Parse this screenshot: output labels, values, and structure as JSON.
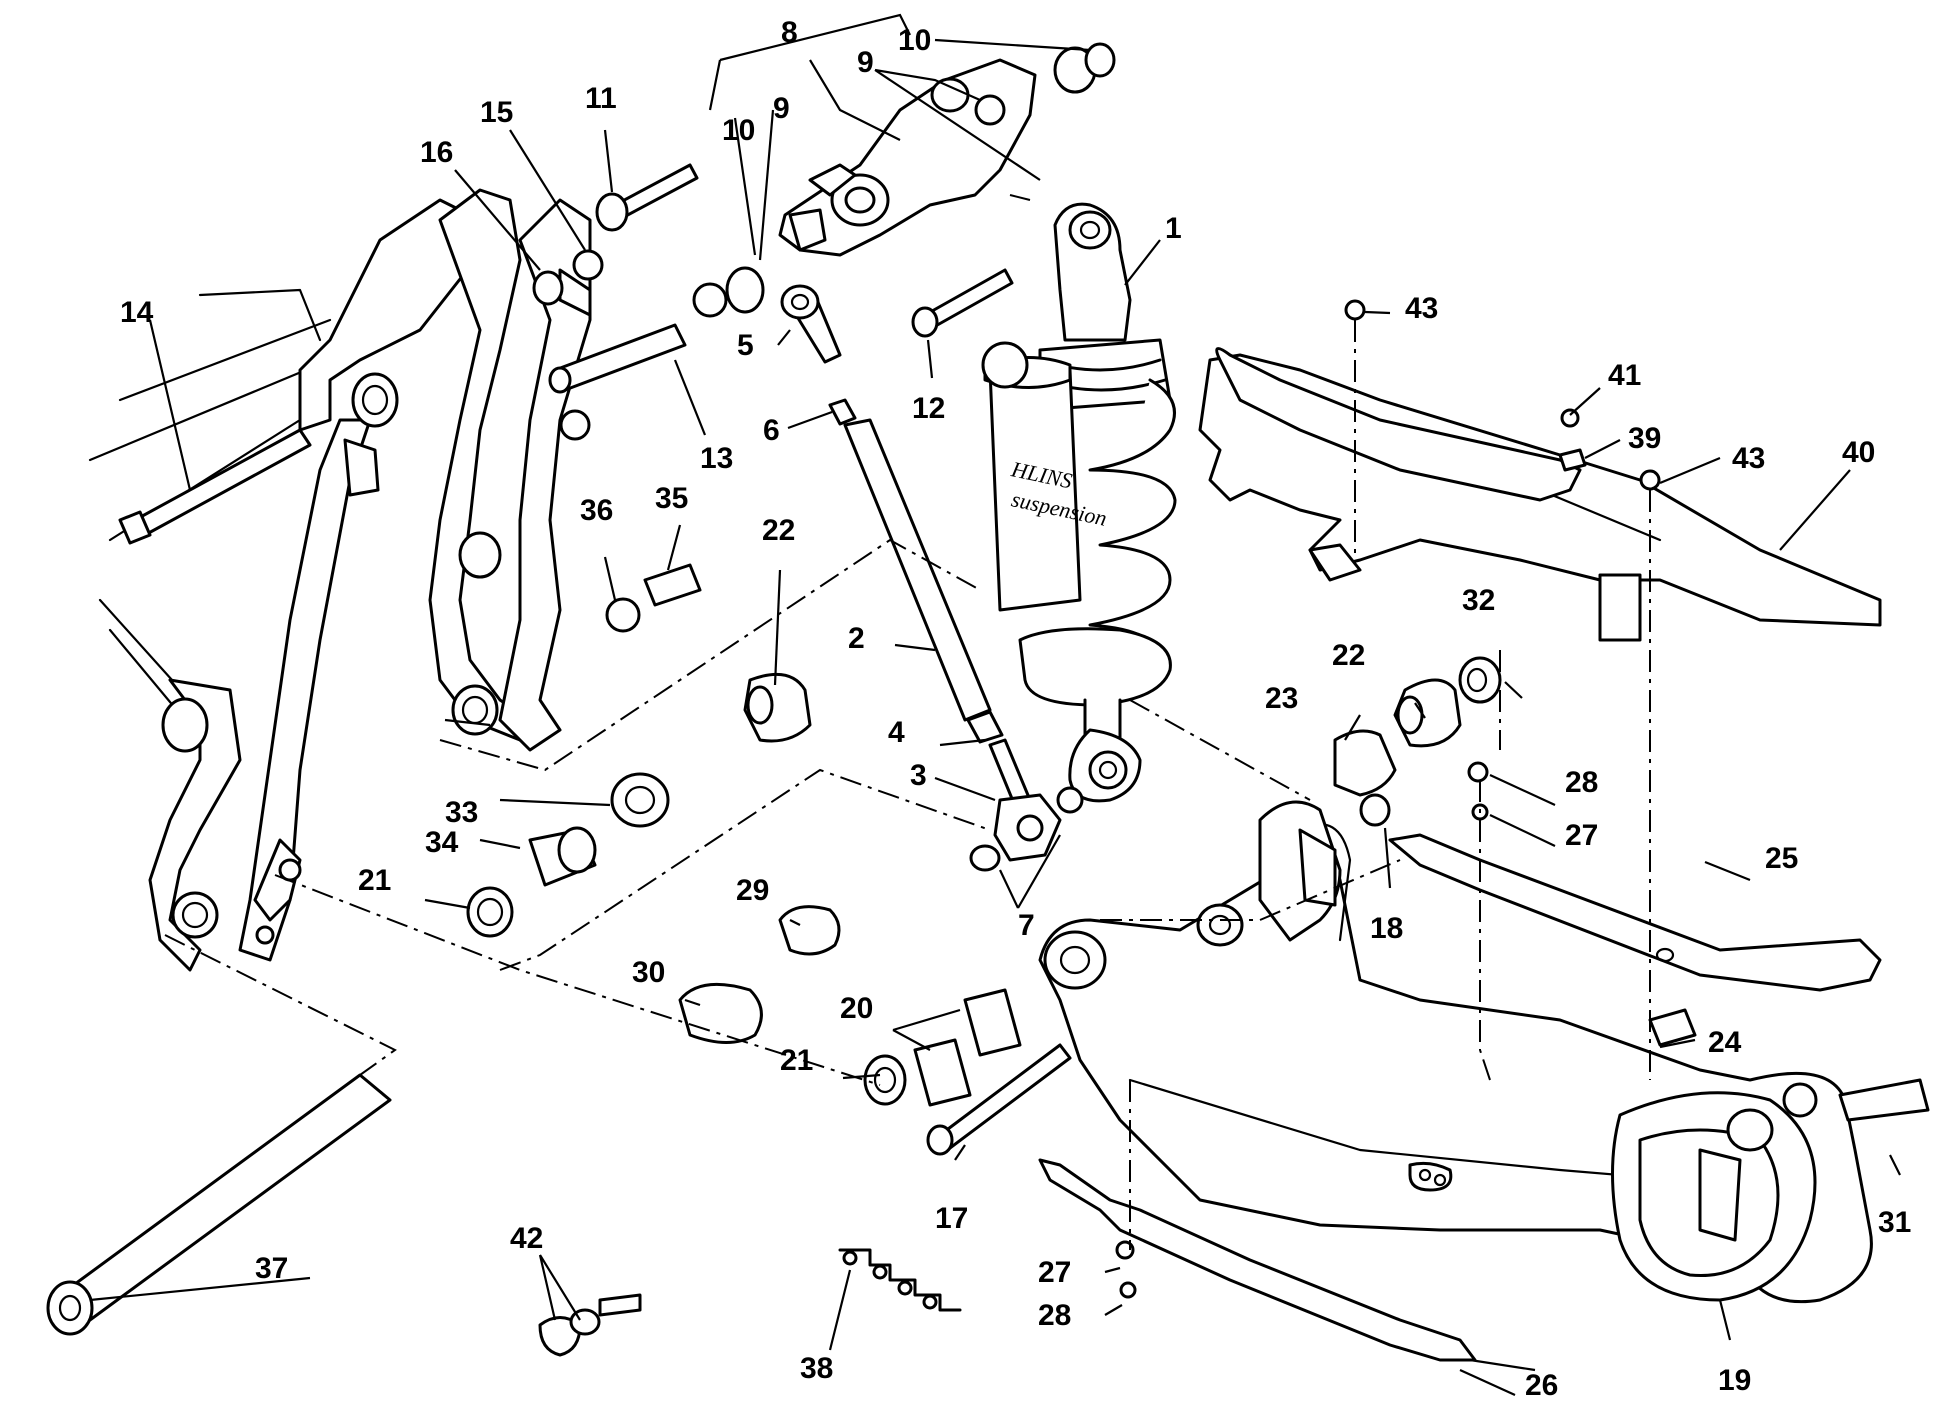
{
  "diagram": {
    "shock_brand_text": "HLINS",
    "shock_brand_sub": "suspension",
    "callouts": [
      "1",
      "2",
      "3",
      "4",
      "5",
      "6",
      "7",
      "8",
      "9",
      "9",
      "10",
      "10",
      "11",
      "12",
      "13",
      "14",
      "15",
      "16",
      "17",
      "18",
      "19",
      "20",
      "21",
      "21",
      "22",
      "22",
      "23",
      "24",
      "25",
      "26",
      "27",
      "27",
      "28",
      "28",
      "29",
      "30",
      "31",
      "32",
      "33",
      "34",
      "35",
      "36",
      "37",
      "38",
      "39",
      "40",
      "41",
      "42",
      "43",
      "43"
    ]
  }
}
